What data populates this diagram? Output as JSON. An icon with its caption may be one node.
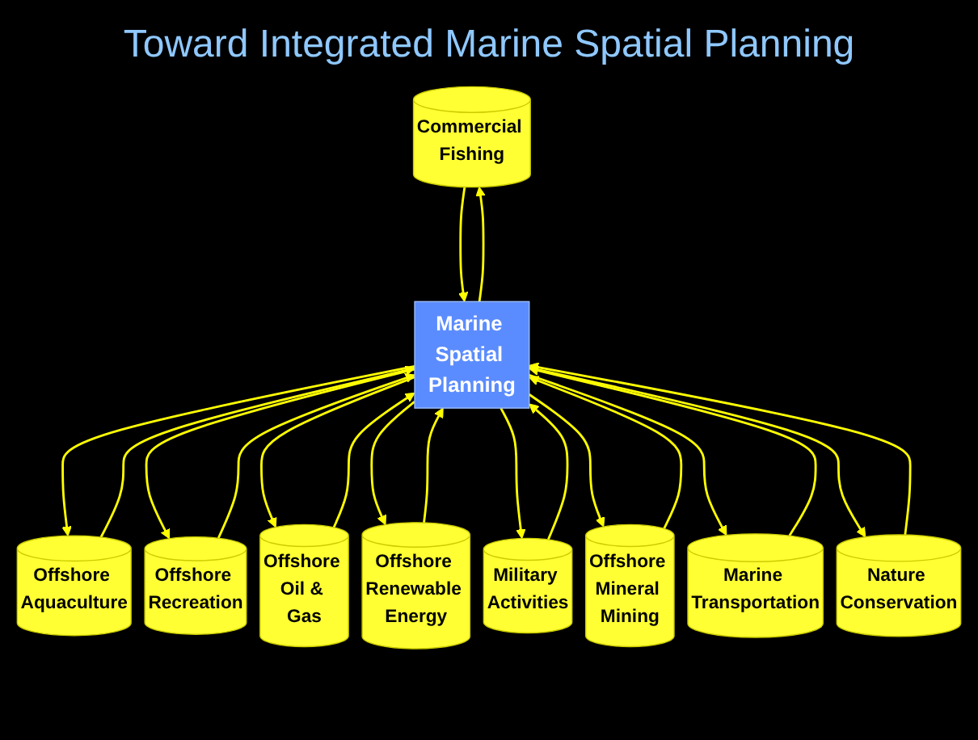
{
  "diagram": {
    "title": "Toward Integrated Marine Spatial Planning",
    "nodes": [
      {
        "text": [
          "Commercial Fishing"
        ]
      },
      {
        "text": [
          "Offshore Aquaculture"
        ]
      },
      {
        "text": [
          "Offshore Recreation"
        ]
      },
      {
        "text": [
          "Offshore Oil & Gas"
        ]
      },
      {
        "text": [
          "Offshore Renewable Energy"
        ]
      },
      {
        "text": [
          "Military Activities"
        ]
      },
      {
        "text": [
          "Offshore Mineral Mining"
        ]
      },
      {
        "text": [
          "Marine Transportation"
        ]
      },
      {
        "text": [
          "Nature Conservation"
        ]
      },
      {
        "text": [
          "Marine Spatial Planning"
        ]
      }
    ],
    "edges": [
      {
        "from": 0,
        "to": 9,
        "arrow": "to"
      },
      {
        "from": 9,
        "to": 0,
        "arrow": "to"
      },
      {
        "from": 1,
        "to": 9,
        "arrow": "to"
      },
      {
        "from": 9,
        "to": 1,
        "arrow": "to"
      },
      {
        "from": 2,
        "to": 9,
        "arrow": "to"
      },
      {
        "from": 9,
        "to": 2,
        "arrow": "to"
      },
      {
        "from": 3,
        "to": 9,
        "arrow": "to"
      },
      {
        "from": 9,
        "to": 3,
        "arrow": "to"
      },
      {
        "from": 4,
        "to": 9,
        "arrow": "to"
      },
      {
        "from": 9,
        "to": 4,
        "arrow": "to"
      },
      {
        "from": 5,
        "to": 9,
        "arrow": "to"
      },
      {
        "from": 9,
        "to": 5,
        "arrow": "to"
      },
      {
        "from": 6,
        "to": 9,
        "arrow": "to"
      },
      {
        "from": 9,
        "to": 6,
        "arrow": "to"
      },
      {
        "from": 7,
        "to": 9,
        "arrow": "to"
      },
      {
        "from": 9,
        "to": 7,
        "arrow": "to"
      },
      {
        "from": 8,
        "to": 9,
        "arrow": "to"
      },
      {
        "from": 9,
        "to": 8,
        "arrow": "to"
      }
    ]
  }
}
